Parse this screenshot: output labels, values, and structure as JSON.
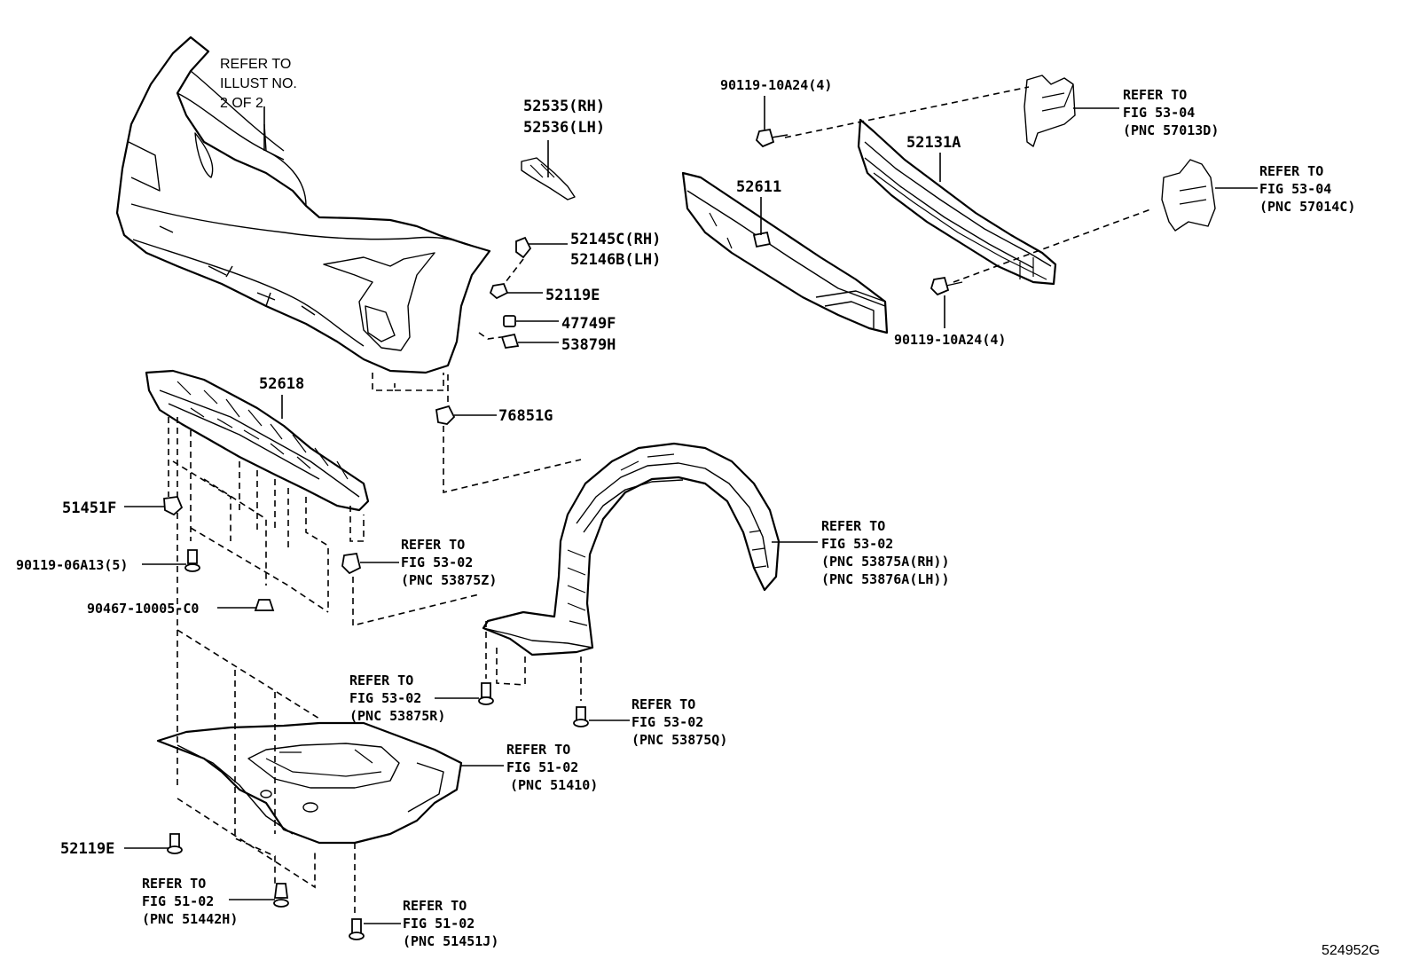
{
  "labels": {
    "refer_illust": [
      "REFER TO",
      "ILLUST NO.",
      "2 OF 2"
    ],
    "p52535": "52535(RH)",
    "p52536": "52536(LH)",
    "p52145C": "52145C(RH)",
    "p52146B": "52146B(LH)",
    "p52119E_top": "52119E",
    "p47749F": "47749F",
    "p53879H": "53879H",
    "p76851G": "76851G",
    "p52618": "52618",
    "p52611": "52611",
    "p52131A": "52131A",
    "p90119_10A24_top": "90119-10A24(4)",
    "p90119_10A24_bot": "90119-10A24(4)",
    "refer_57013D": [
      "REFER TO",
      "FIG 53-04",
      "(PNC 57013D)"
    ],
    "refer_57014C": [
      "REFER TO",
      "FIG 53-04",
      "(PNC 57014C)"
    ],
    "p51451F": "51451F",
    "p90119_06A13": "90119-06A13(5)",
    "p90467": "90467-10005-C0",
    "refer_53875Z": [
      "REFER TO",
      "FIG 53-02",
      "(PNC 53875Z)"
    ],
    "refer_53875A": [
      "REFER TO",
      "FIG 53-02",
      "(PNC 53875A(RH))",
      "(PNC 53876A(LH))"
    ],
    "refer_53875R": [
      "REFER TO",
      "FIG 53-02",
      "(PNC 53875R)"
    ],
    "refer_53875Q": [
      "REFER TO",
      "FIG 53-02",
      "(PNC 53875Q)"
    ],
    "refer_51410": [
      "REFER TO",
      "FIG 51-02",
      "(PNC 51410)"
    ],
    "p52119E_bot": "52119E",
    "refer_51442H": [
      "REFER TO",
      "FIG 51-02",
      "(PNC 51442H)"
    ],
    "refer_51451J": [
      "REFER TO",
      "FIG 51-02",
      "(PNC 51451J)"
    ],
    "diagram_id": "524952G"
  }
}
